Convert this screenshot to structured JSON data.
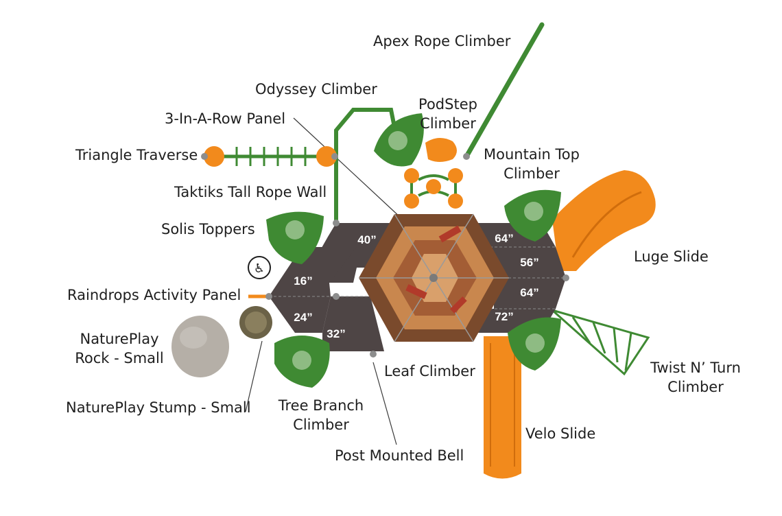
{
  "labels": {
    "apex_rope_climber": "Apex Rope Climber",
    "odyssey_climber": "Odyssey Climber",
    "podstep_climber_1": "PodStep",
    "podstep_climber_2": "Climber",
    "three_in_a_row_panel": "3-In-A-Row Panel",
    "triangle_traverse": "Triangle Traverse",
    "mountain_top_climber_1": "Mountain Top",
    "mountain_top_climber_2": "Climber",
    "taktiks_tall_rope_wall": "Taktiks Tall Rope Wall",
    "solis_toppers": "Solis Toppers",
    "luge_slide": "Luge Slide",
    "raindrops_activity_panel": "Raindrops Activity Panel",
    "natureplay_rock_1": "NaturePlay",
    "natureplay_rock_2": "Rock - Small",
    "leaf_climber": "Leaf Climber",
    "twist_n_turn_1": "Twist N’ Turn",
    "twist_n_turn_2": "Climber",
    "natureplay_stump": "NaturePlay Stump - Small",
    "tree_branch_1": "Tree Branch",
    "tree_branch_2": "Climber",
    "velo_slide": "Velo Slide",
    "post_mounted_bell": "Post Mounted Bell"
  },
  "deck_heights": {
    "d40": "40”",
    "d16": "16”",
    "d24": "24”",
    "d32": "32”",
    "d64a": "64”",
    "d56": "56”",
    "d64b": "64”",
    "d72": "72”"
  },
  "icons": [
    "wheelchair-accessible-icon"
  ],
  "colors": {
    "deck": "#4e4545",
    "green": "#3f8a33",
    "orange": "#f28a1c",
    "rock": "#b5afa7",
    "stump": "#6b6247"
  }
}
